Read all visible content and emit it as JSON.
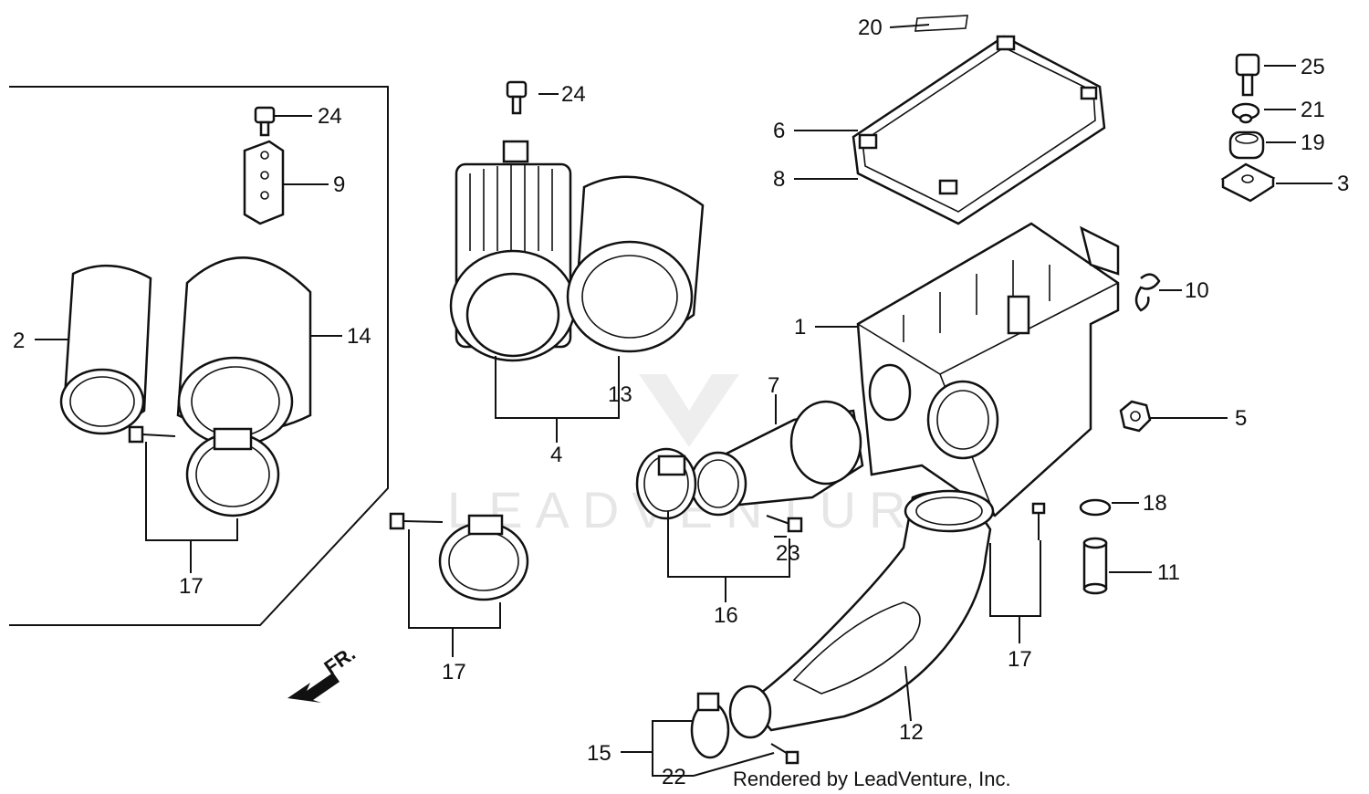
{
  "labels": {
    "p1": "1",
    "p2": "2",
    "p3": "3",
    "p4": "4",
    "p5": "5",
    "p6": "6",
    "p7": "7",
    "p8": "8",
    "p9": "9",
    "p10": "10",
    "p11": "11",
    "p12": "12",
    "p13": "13",
    "p14": "14",
    "p15": "15",
    "p16": "16",
    "p17a": "17",
    "p17b": "17",
    "p17c": "17",
    "p18": "18",
    "p19": "19",
    "p20": "20",
    "p21": "21",
    "p22": "22",
    "p23": "23",
    "p24a": "24",
    "p24b": "24",
    "p25": "25"
  },
  "direction_label": "FR.",
  "watermark": "LEADVENTURE",
  "credit": "Rendered by LeadVenture, Inc."
}
